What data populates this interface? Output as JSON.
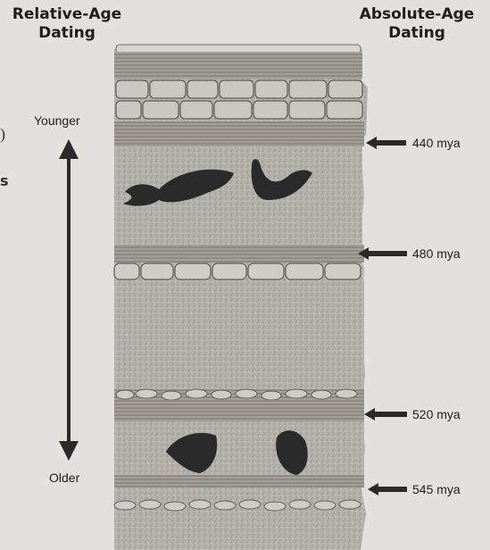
{
  "headings": {
    "relative": [
      "Relative-Age",
      "Dating"
    ],
    "absolute": [
      "Absolute-Age",
      "Dating"
    ]
  },
  "axis": {
    "younger": "Younger",
    "older": "Older"
  },
  "ages": [
    {
      "label": "440 mya"
    },
    {
      "label": "480 mya"
    },
    {
      "label": "520 mya"
    },
    {
      "label": "545 mya"
    }
  ],
  "colors": {
    "background": "#e3e1dd",
    "rock": "#b4b0aa",
    "fossil": "#2a2a2a",
    "arrow": "#2a2a2a",
    "text": "#1e1e1e"
  },
  "icons": [
    "fish-fossil-icon",
    "trilobite-fossil-icon"
  ]
}
